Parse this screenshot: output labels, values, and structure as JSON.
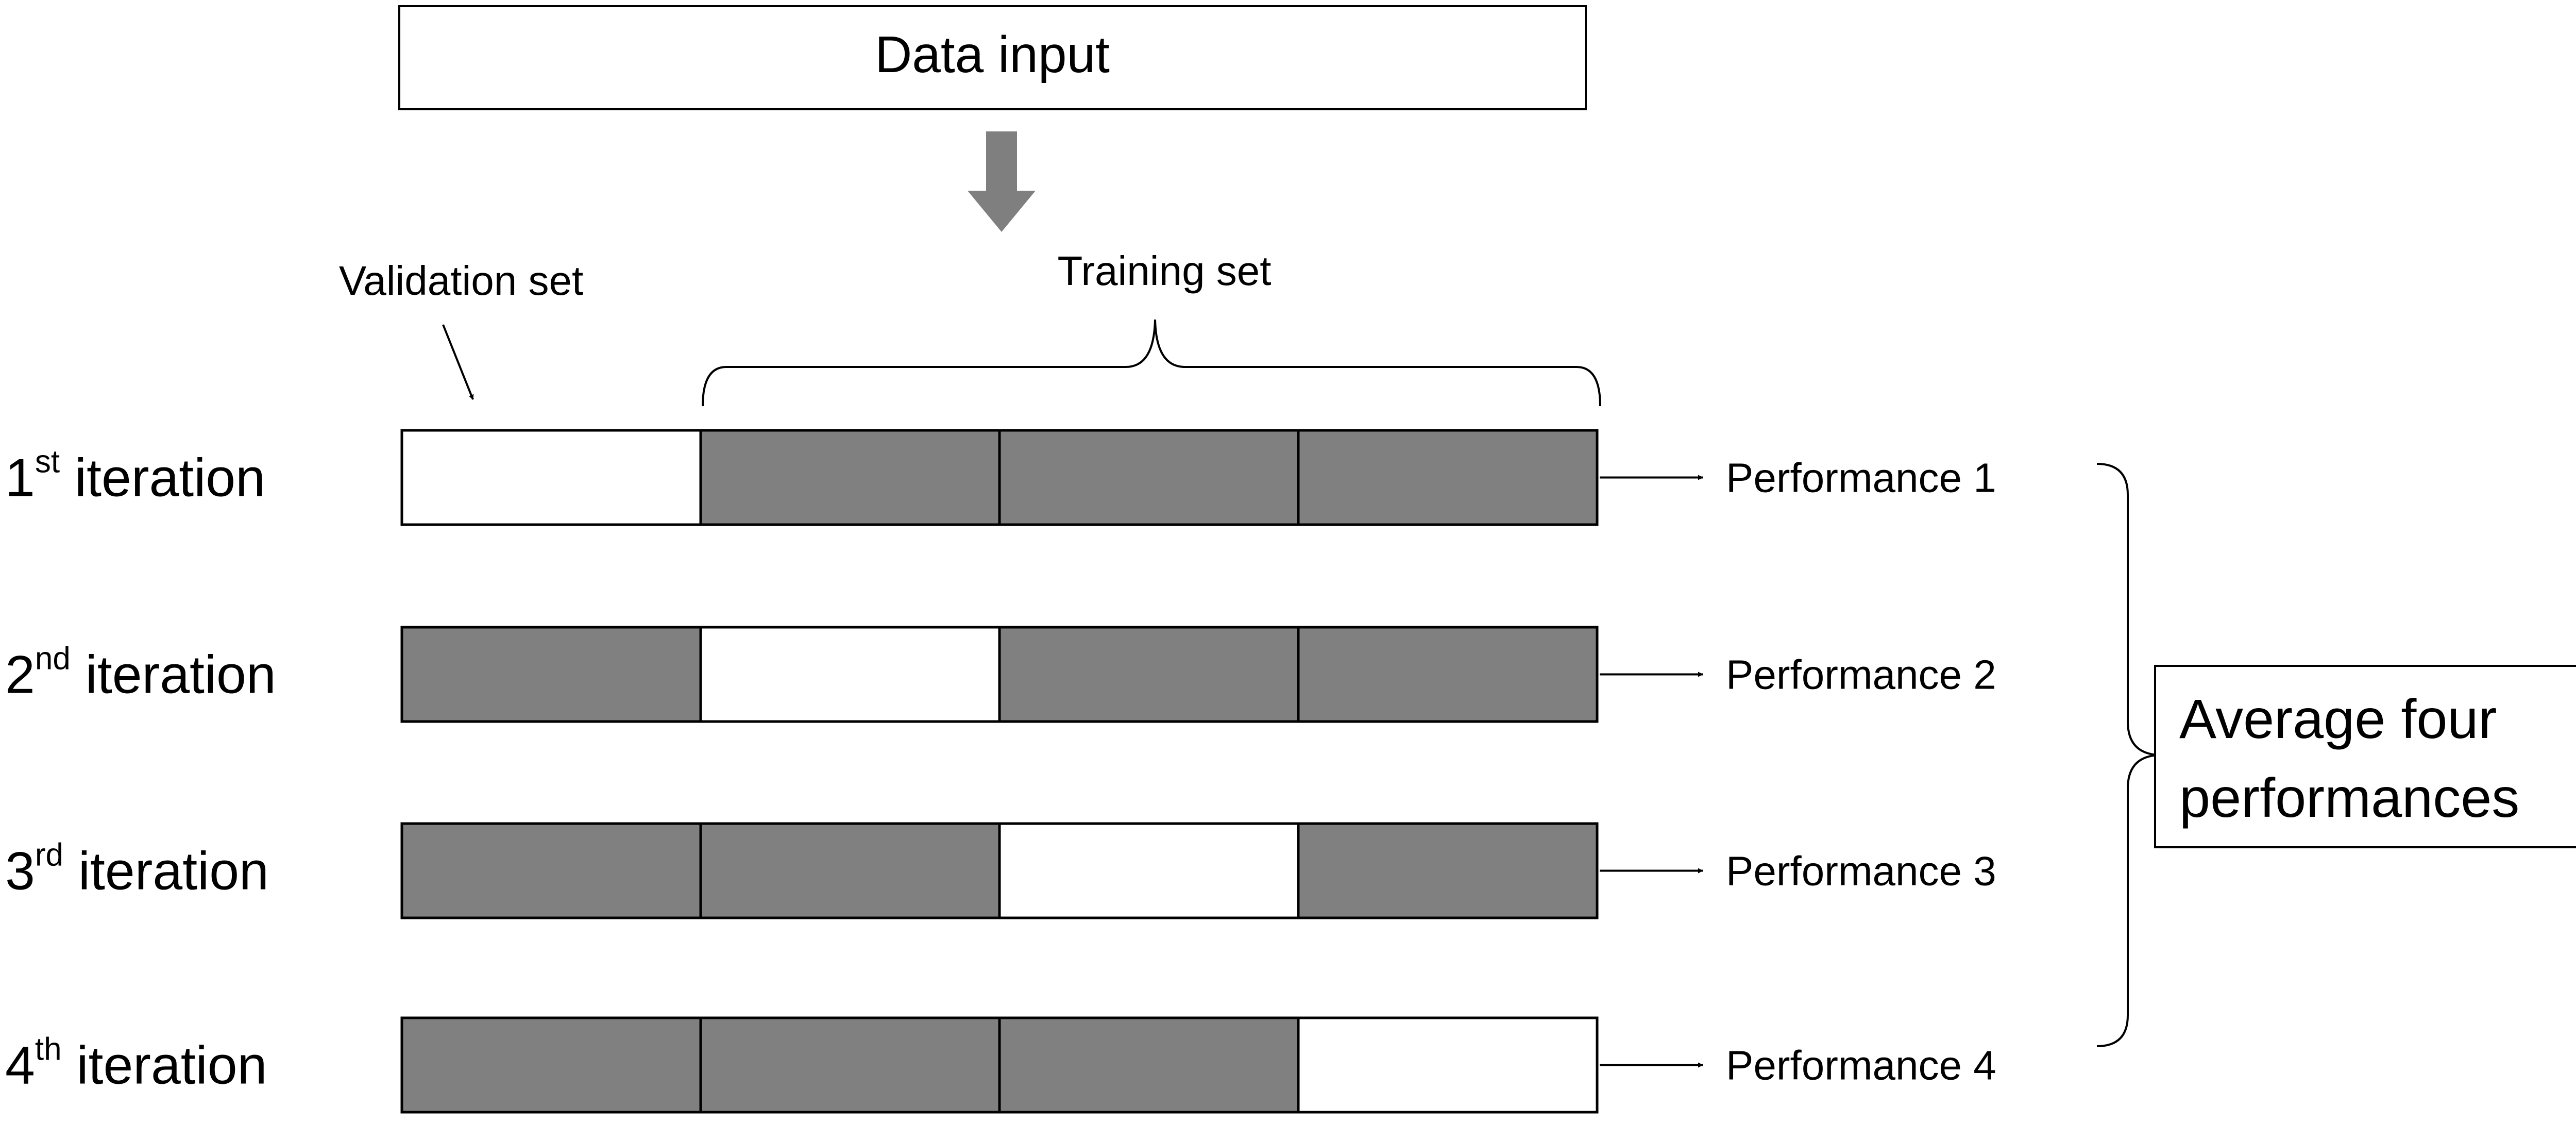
{
  "input_box": {
    "label": "Data input"
  },
  "labels": {
    "validation_set": "Validation set",
    "training_set": "Training set"
  },
  "iterations": [
    {
      "num": "1",
      "suffix": "st",
      "word": "iteration",
      "validation_fold": 1,
      "performance": "Performance 1"
    },
    {
      "num": "2",
      "suffix": "nd",
      "word": "iteration",
      "validation_fold": 2,
      "performance": "Performance 2"
    },
    {
      "num": "3",
      "suffix": "rd",
      "word": "iteration",
      "validation_fold": 3,
      "performance": "Performance 3"
    },
    {
      "num": "4",
      "suffix": "th",
      "word": "iteration",
      "validation_fold": 4,
      "performance": "Performance 4"
    }
  ],
  "fold_count": 4,
  "result_box": {
    "line1": "Average four",
    "line2": "performances"
  },
  "colors": {
    "training_fold": "#808080",
    "validation_fold": "#ffffff",
    "down_arrow": "#7f7f7f",
    "stroke": "#000000"
  }
}
